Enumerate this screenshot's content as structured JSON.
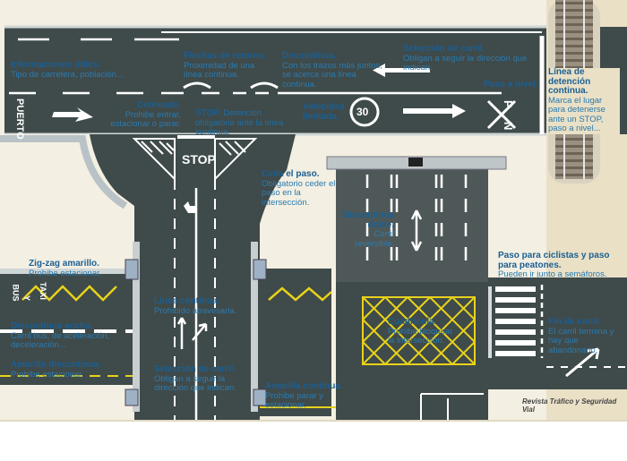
{
  "road": {
    "puerto": "PUERTO",
    "stop": "STOP",
    "speed": "30",
    "pn": "P N",
    "bus": "BUS",
    "y": "Y",
    "taxi": "TAXI"
  },
  "labels": {
    "informaciones": {
      "title": "Informaciones útiles.",
      "desc": "Tipo de carretera, población..."
    },
    "flechas": {
      "title": "Flechas de retorno.",
      "desc": "Proximidad de una línea continua."
    },
    "discontinua": {
      "title": "Discontinua.",
      "desc": "Con los trazos más juntos, se acerca una línea continua."
    },
    "seleccion_top": {
      "title": "Selección de carril.",
      "desc": "Obligan a seguir la dirección que indican."
    },
    "paso_nivel": {
      "title": "Paso a nivel.",
      "desc": ""
    },
    "linea_detencion": {
      "title": "Línea de detención continua.",
      "desc": "Marca el lugar para detenerse ante un STOP, paso a nivel..."
    },
    "cebreado": {
      "title": "Cebreado.",
      "desc": "Prohibe entrar, estacionar o parar."
    },
    "stop": {
      "title": "STOP.",
      "desc": "Detención obligatoria ante la línea continua."
    },
    "velocidad": {
      "title": "Velocidad limitada.",
      "desc": ""
    },
    "ceda": {
      "title": "Ceda el paso.",
      "desc": "Obligatorio ceder el paso en la intersección."
    },
    "discontinua_doble": {
      "title": "Discontinua doble.",
      "desc": "Carril reversible."
    },
    "zigzag": {
      "title": "Zig-zag amarillo.",
      "desc": "Prohibe estacionar."
    },
    "paso_ciclistas": {
      "title": "Paso para ciclistas y paso para peatones.",
      "desc": "Pueden ir junto a semáforos."
    },
    "linea_continua": {
      "title": "Línea continua.",
      "desc": "Prohibido atravesarla."
    },
    "discontinua_ancha": {
      "title": "Discontinua ancha.",
      "desc": "Carril bus, de aceleración, deceleración..."
    },
    "cuadricula": {
      "title": "Cuadrícula.",
      "desc": "Prohibe bloquear la intersección."
    },
    "fin_carril": {
      "title": "Fin de carril.",
      "desc": "El carril termina y hay que abandonarlo."
    },
    "amarilla_disc": {
      "title": "Amarilla discontinua.",
      "desc": "Prohibe estacionar."
    },
    "seleccion_bottom": {
      "title": "Selección de carril.",
      "desc": "Obligan a seguir la dirección que indican."
    },
    "amarilla_cont": {
      "title": "Amarilla continua.",
      "desc": "Prohibe parar y estacionar."
    }
  },
  "credit": "Revista Tráfico y Seguridad Vial",
  "colors": {
    "asphalt": "#3f4a4a",
    "label_title": "#1b5f93",
    "label_text": "#2a7bb0",
    "yellow": "#e8d21a",
    "ground": "#f4ecd7"
  }
}
